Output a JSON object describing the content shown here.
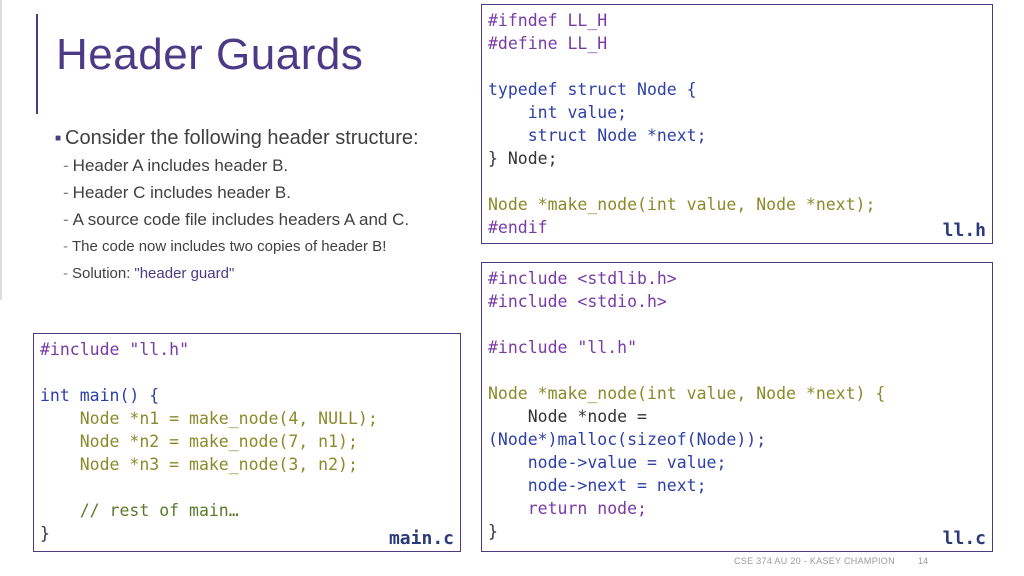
{
  "slide": {
    "title": "Header Guards",
    "bullet": "Consider the following header structure:",
    "subs": [
      "Header A includes header B.",
      "Header C includes header B.",
      "A source code file includes headers A and C.",
      "The code now includes two copies of header B!",
      "Solution:"
    ],
    "solution_highlight": "\"header guard\"",
    "footer": "CSE 374 AU 20 - KASEY CHAMPION",
    "page_number": "14"
  },
  "llh": {
    "filename": "ll.h",
    "lines": [
      "#ifndef LL_H",
      "#define LL_H",
      "",
      "typedef struct Node {",
      "    int value;",
      "    struct Node *next;",
      "} Node;",
      "",
      "Node *make_node(int value, Node *next);",
      "#endif"
    ]
  },
  "llc": {
    "filename": "ll.c",
    "lines": [
      "#include <stdlib.h>",
      "#include <stdio.h>",
      "",
      "#include \"ll.h\"",
      "",
      "Node *make_node(int value, Node *next) {",
      "    Node *node =",
      "(Node*)malloc(sizeof(Node));",
      "    node->value = value;",
      "    node->next = next;",
      "    return node;",
      "}"
    ]
  },
  "mainc": {
    "filename": "main.c",
    "lines": [
      "#include \"ll.h\"",
      "",
      "int main() {",
      "    Node *n1 = make_node(4, NULL);",
      "    Node *n2 = make_node(7, n1);",
      "    Node *n3 = make_node(3, n2);",
      "",
      "    // rest of main…",
      "}"
    ]
  },
  "colors": {
    "accent": "#4b3b86",
    "keyword": "#2d3fa8",
    "preprocessor": "#7a3aa5",
    "function": "#8a8a2a",
    "comment": "#5a7a2a"
  }
}
